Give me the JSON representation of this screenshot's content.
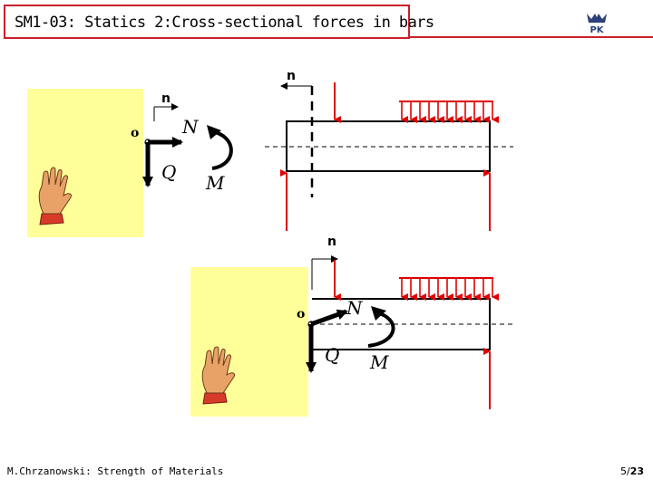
{
  "header": {
    "title": "SM1-03: Statics 2:Cross-sectional forces in bars",
    "logo_text": "PK"
  },
  "diagram_top": {
    "section_label": "n",
    "hand_section_label": "n",
    "point_label": "o",
    "normal_force": "N",
    "shear_force": "Q",
    "moment": "M"
  },
  "diagram_bottom": {
    "section_label": "n",
    "point_label": "o",
    "normal_force": "N",
    "shear_force": "Q",
    "moment": "M"
  },
  "footer": {
    "author": "M.Chrzanowski: Strength of Materials",
    "page_current": "5/",
    "page_total": "23"
  },
  "colors": {
    "accent_red": "#cc1f2a",
    "note_yellow": "#ffff99",
    "load_arrow": "#e00000"
  }
}
